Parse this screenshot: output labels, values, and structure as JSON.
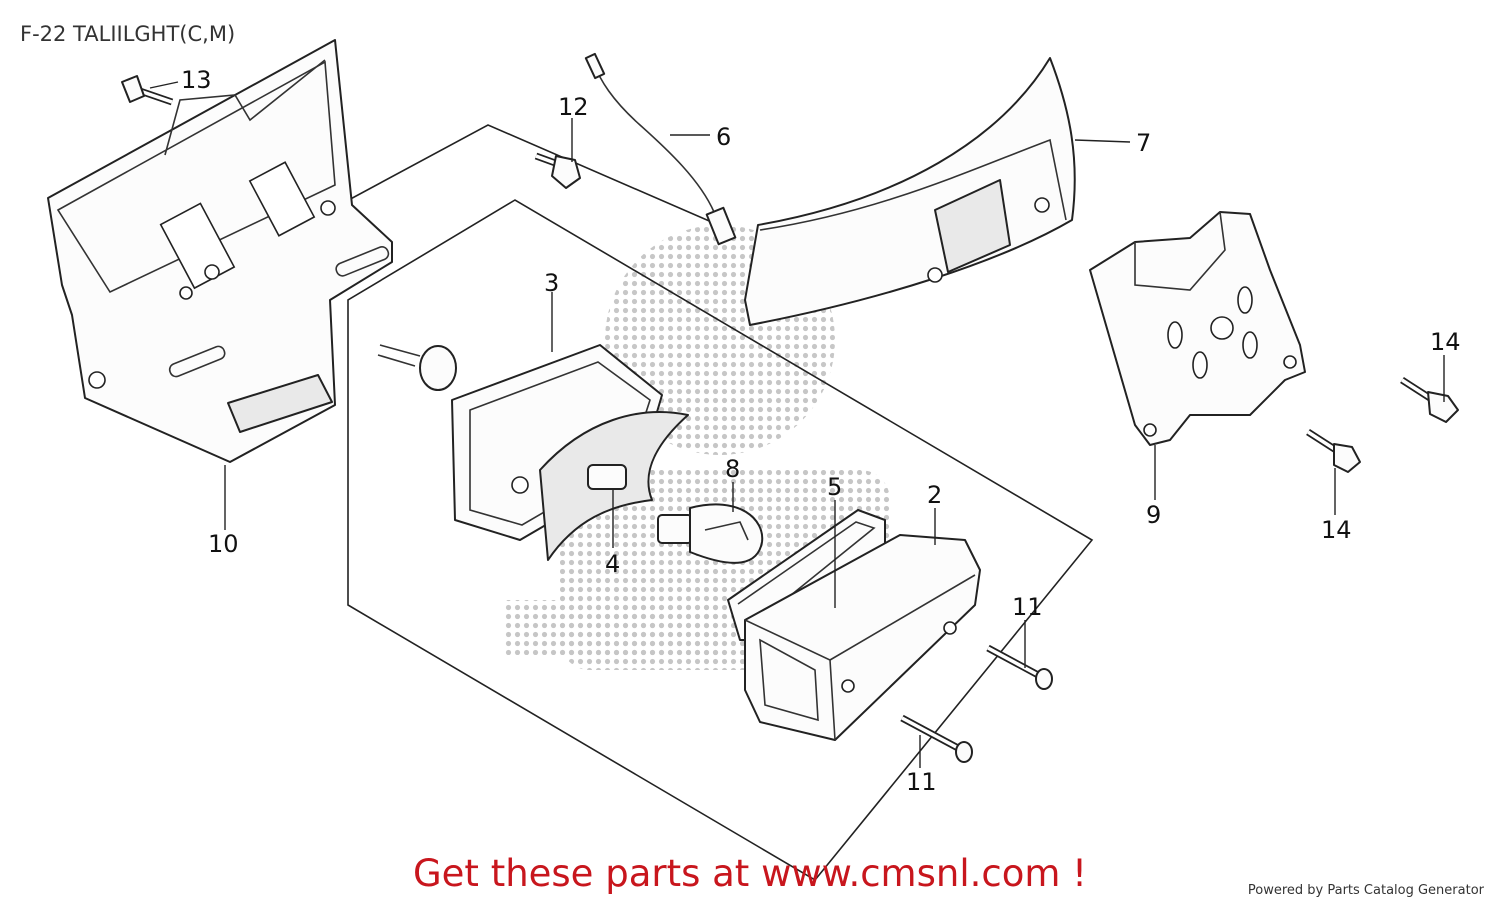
{
  "diagram": {
    "title": "F-22 TALIILGHT(C,M)",
    "callouts": {
      "n2": "2",
      "n3": "3",
      "n4": "4",
      "n5": "5",
      "n6": "6",
      "n7": "7",
      "n8": "8",
      "n9": "9",
      "n10": "10",
      "n11a": "11",
      "n11b": "11",
      "n12": "12",
      "n13": "13",
      "n14a": "14",
      "n14b": "14"
    }
  },
  "footer": {
    "promo": "Get these parts at www.cmsnl.com !",
    "credit": "Powered by Parts Catalog Generator"
  },
  "colors": {
    "promo": "#c8161d",
    "line": "#222222",
    "watermark": "#bdbdbd"
  }
}
